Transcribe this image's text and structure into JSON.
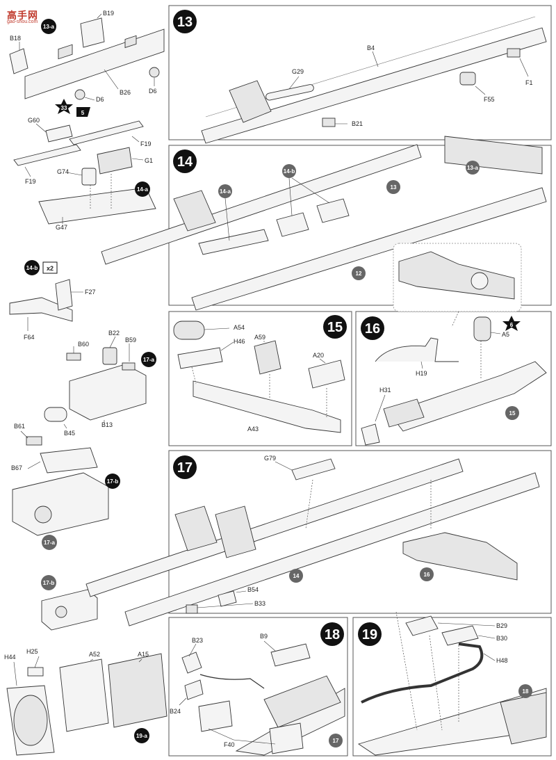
{
  "watermark": {
    "brand": "高手网",
    "site": "gao-shou.com"
  },
  "steps": {
    "s13": "13",
    "s14": "14",
    "s15": "15",
    "s16": "16",
    "s17": "17",
    "s18": "18",
    "s19": "19"
  },
  "sub": {
    "s13a": "13-a",
    "s14a": "14-a",
    "s14b": "14-b",
    "s17a": "17-a",
    "s17b": "17-b",
    "s19a": "19-a",
    "x2": "x2",
    "g13": "13",
    "g12": "12",
    "g13a": "13-a",
    "g14a": "14-a",
    "g14b": "14-b",
    "g15": "15",
    "g16": "16",
    "g14": "14",
    "g17a": "17-a",
    "g17b": "17-b",
    "g18": "18",
    "g17": "17"
  },
  "stars": {
    "st33": "33",
    "st5": "5",
    "st6": "6"
  },
  "parts": {
    "B18": "B18",
    "B19": "B19",
    "B26": "B26",
    "D6a": "D6",
    "D6b": "D6",
    "G60": "G60",
    "F19a": "F19",
    "G1": "G1",
    "G74": "G74",
    "F19b": "F19",
    "G47": "G47",
    "F27": "F27",
    "F64": "F64",
    "B22": "B22",
    "B60": "B60",
    "B59": "B59",
    "B13": "B13",
    "B45": "B45",
    "B61": "B61",
    "B67": "B67",
    "H44": "H44",
    "H25": "H25",
    "A52": "A52",
    "A15": "A15",
    "G29": "G29",
    "B4": "B4",
    "F1": "F1",
    "F55": "F55",
    "B21": "B21",
    "A54": "A54",
    "H46": "H46",
    "A59": "A59",
    "A20": "A20",
    "A43": "A43",
    "H19": "H19",
    "A5": "A5",
    "H31": "H31",
    "G79": "G79",
    "B54": "B54",
    "B33": "B33",
    "B23": "B23",
    "B9": "B9",
    "B24": "B24",
    "F40": "F40",
    "B29": "B29",
    "B30": "B30",
    "H48": "H48"
  }
}
